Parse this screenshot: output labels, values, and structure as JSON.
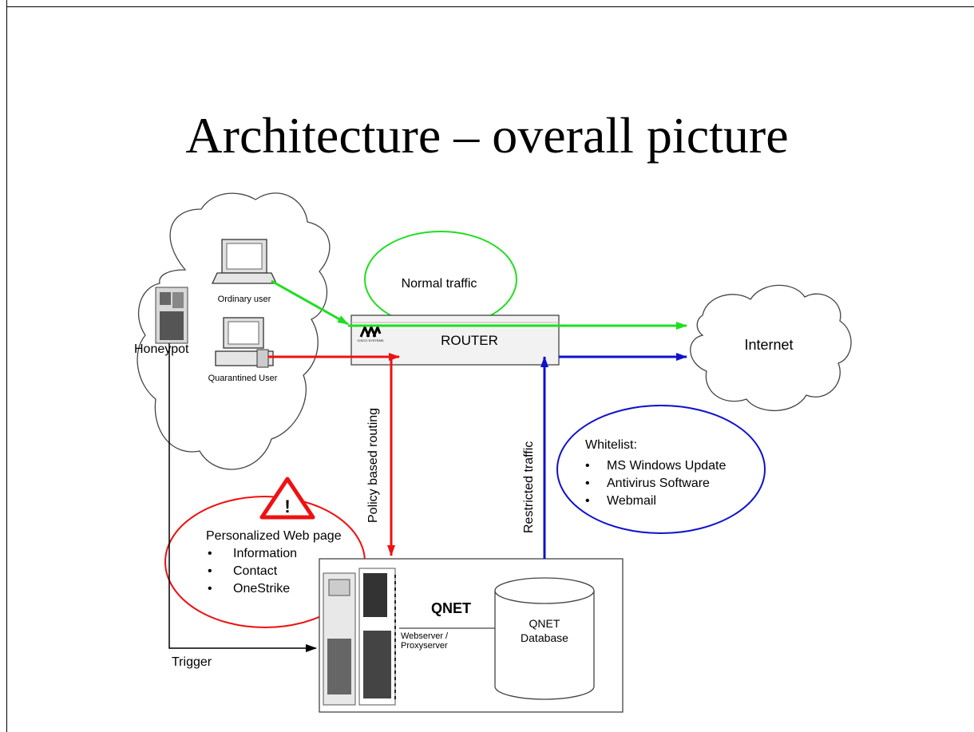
{
  "title": "Architecture – overall picture",
  "nodes": {
    "honeypot": "Honeypot",
    "ordinary_user": "Ordinary user",
    "quarantined_user": "Quarantined User",
    "router": "ROUTER",
    "router_brand": "CISCO SYSTEMS",
    "internet": "Internet",
    "qnet": "QNET",
    "webserver_line1": "Webserver /",
    "webserver_line2": "Proxyserver",
    "db_line1": "QNET",
    "db_line2": "Database"
  },
  "labels": {
    "normal_traffic": "Normal traffic",
    "policy_routing": "Policy based routing",
    "restricted_traffic": "Restricted traffic",
    "trigger": "Trigger",
    "warning_mark": "!"
  },
  "whitelist": {
    "heading": "Whitelist:",
    "items": [
      "MS Windows Update",
      "Antivirus Software",
      "Webmail"
    ]
  },
  "personalized": {
    "heading": "Personalized Web page",
    "items": [
      "Information",
      "Contact",
      "OneStrike"
    ]
  },
  "colors": {
    "normal": "#22dd22",
    "quarantine": "#ee1111",
    "restricted": "#1111cc"
  }
}
